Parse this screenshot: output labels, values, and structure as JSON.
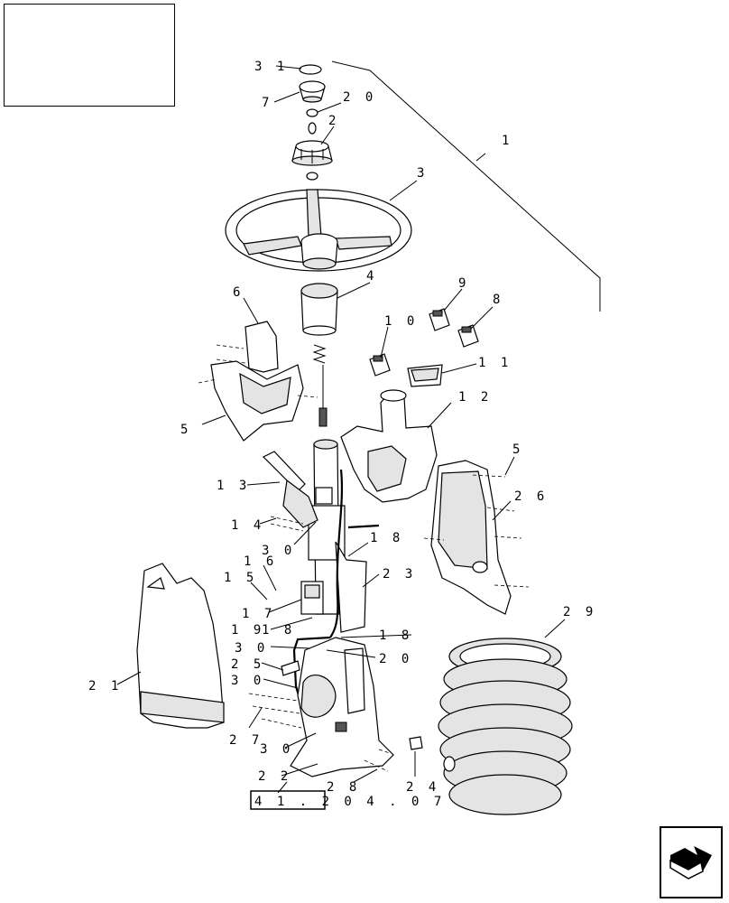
{
  "title_block": {
    "text": ""
  },
  "callouts": {
    "c31": "3 1",
    "c7": "7",
    "c20a": "2 0",
    "c2": "2",
    "c1": "1",
    "c3": "3",
    "c6": "6",
    "c4": "4",
    "c9": "9",
    "c8": "8",
    "c10": "1 0",
    "c11": "1 1",
    "c12": "1 2",
    "c5a": "5",
    "c5b": "5",
    "c13": "1 3",
    "c26": "2 6",
    "c14": "1 4",
    "c30a": "3 0",
    "c18a": "1 8",
    "c16": "1 6",
    "c23": "2 3",
    "c15": "1 5",
    "c29": "2 9",
    "c17": "1 7",
    "c19": "1 9",
    "c18b": "1 8",
    "c18c": "1 8",
    "c30b": "3 0",
    "c20b": "2 0",
    "c25": "2 5",
    "c21": "2 1",
    "c30c": "3 0",
    "c27": "2 7",
    "c30d": "3 0",
    "c22": "2 2",
    "c28": "2 8",
    "c24": "2 4"
  },
  "reference": {
    "label": "4 1 . 2 0 4 . 0 7"
  },
  "nav_icon": {
    "name": "next-page-icon"
  }
}
